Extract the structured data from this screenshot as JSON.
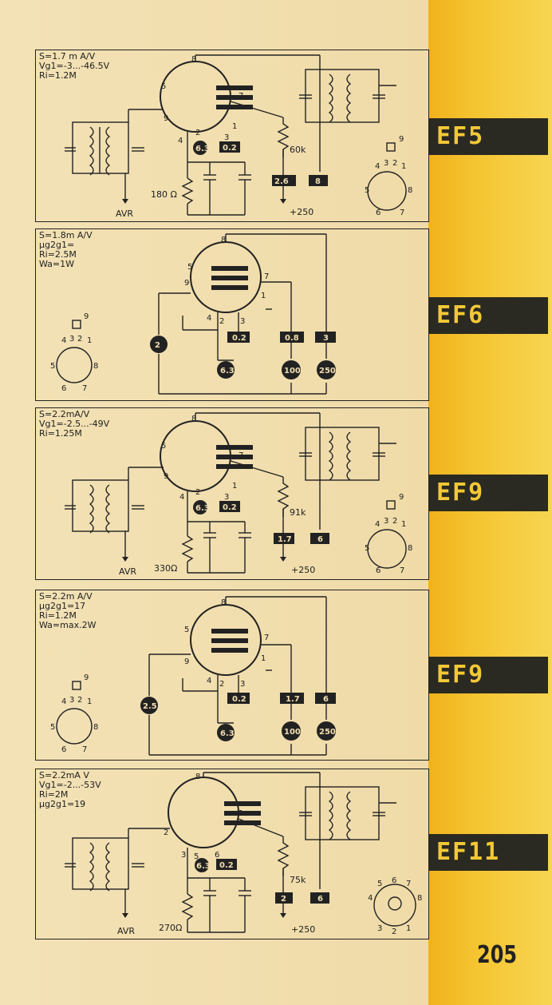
{
  "page_number": "205",
  "colors": {
    "background": "#f2dfb0",
    "accent_stripe": "#f4be2a",
    "tab_bg": "#2a2a22",
    "tab_text": "#f4c836",
    "ink": "#1e1e1e"
  },
  "panels": [
    {
      "tube": "EF5",
      "specs": [
        "S=1.7 m A/V",
        "Vg1=-3...-46.5V",
        "Ri=1.2M"
      ],
      "heater": "6.3",
      "heater_current": "0.2",
      "cathode_resistor": "180 Ω",
      "screen_resistor": "60k",
      "screen_current": "2.6",
      "anode_current": "8",
      "supply": "+250",
      "avr": "AVR",
      "pins": [
        "8",
        "5",
        "9",
        "7",
        "4",
        "2",
        "3",
        "1"
      ],
      "base_top_mark": "9",
      "base_pins": [
        "4",
        "3",
        "2",
        "1",
        "5",
        "8",
        "6",
        "7"
      ]
    },
    {
      "tube": "EF6",
      "specs": [
        "S=1.8m A/V",
        "μg2g1=",
        "Ri=2.5M",
        "Wa=1W"
      ],
      "heater": "6.3",
      "heater_current": "0.2",
      "grid_bias": "2",
      "screen_current": "0.8",
      "anode_current": "3",
      "screen_voltage": "100",
      "anode_voltage": "250",
      "pins": [
        "8",
        "5",
        "9",
        "7",
        "4",
        "2",
        "3",
        "1"
      ],
      "base_top_mark": "9",
      "base_pins": [
        "4",
        "3",
        "2",
        "1",
        "5",
        "8",
        "6",
        "7"
      ]
    },
    {
      "tube": "EF9",
      "specs": [
        "S=2.2mA/V",
        "Vg1=-2.5...-49V",
        "Ri=1.25M"
      ],
      "heater": "6.3",
      "heater_current": "0.2",
      "cathode_resistor": "330Ω",
      "screen_resistor": "91k",
      "screen_current": "1.7",
      "anode_current": "6",
      "supply": "+250",
      "avr": "AVR",
      "pins": [
        "8",
        "5",
        "9",
        "7",
        "4",
        "2",
        "3",
        "1"
      ],
      "base_top_mark": "9",
      "base_pins": [
        "4",
        "3",
        "2",
        "1",
        "5",
        "8",
        "6",
        "7"
      ]
    },
    {
      "tube": "EF9",
      "specs": [
        "S=2.2m A/V",
        "μg2g1=17",
        "Ri=1.2M",
        "Wa=max.2W"
      ],
      "heater": "6.3",
      "heater_current": "0.2",
      "grid_bias": "2.5",
      "screen_current": "1.7",
      "anode_current": "6",
      "screen_voltage": "100",
      "anode_voltage": "250",
      "pins": [
        "8",
        "5",
        "9",
        "7",
        "4",
        "2",
        "3",
        "1"
      ],
      "base_top_mark": "9",
      "base_pins": [
        "4",
        "3",
        "2",
        "1",
        "5",
        "8",
        "6",
        "7"
      ]
    },
    {
      "tube": "EF11",
      "specs": [
        "S=2.2mA V",
        "Vg1=-2...-53V",
        "Ri=2M",
        "μg2g1=19"
      ],
      "heater": "6.3",
      "heater_current": "0.2",
      "cathode_resistor": "270Ω",
      "screen_resistor": "75k",
      "screen_current": "2",
      "anode_current": "6",
      "supply": "+250",
      "avr": "AVR",
      "pins": [
        "8",
        "2",
        "1",
        "3",
        "5",
        "6"
      ],
      "base_pins": [
        "5",
        "6",
        "7",
        "4",
        "8",
        "3",
        "2",
        "1"
      ]
    }
  ]
}
